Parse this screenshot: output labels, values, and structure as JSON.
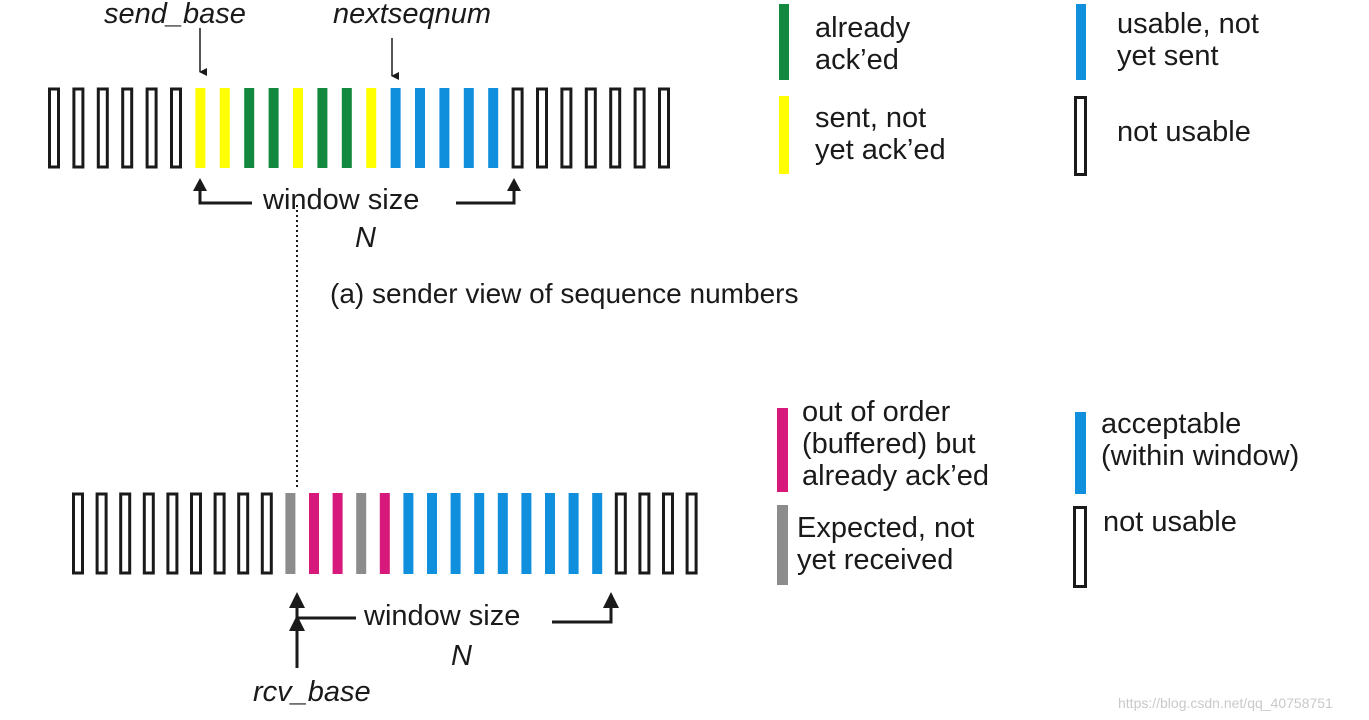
{
  "colors": {
    "acked": "#13883f",
    "sent_not_acked": "#ffff00",
    "usable": "#0f8fdc",
    "buffered": "#d6197a",
    "expected": "#8c8c8c",
    "outline": "#1a1a1a"
  },
  "sender": {
    "send_base_label": "send_base",
    "nextseqnum_label": "nextseqnum",
    "window_label": "window size",
    "n_label": "N",
    "caption": "(a) sender view of sequence numbers",
    "sequence": [
      "empty",
      "empty",
      "empty",
      "empty",
      "empty",
      "empty",
      "sent",
      "sent",
      "acked",
      "acked",
      "sent",
      "acked",
      "acked",
      "sent",
      "usable",
      "usable",
      "usable",
      "usable",
      "usable",
      "empty",
      "empty",
      "empty",
      "empty",
      "empty",
      "empty",
      "empty"
    ]
  },
  "receiver": {
    "rcv_base_label": "rcv_base",
    "window_label": "window size",
    "n_label": "N",
    "sequence": [
      "empty",
      "empty",
      "empty",
      "empty",
      "empty",
      "empty",
      "empty",
      "empty",
      "empty",
      "expected",
      "buffered",
      "buffered",
      "expected",
      "buffered",
      "acceptable",
      "acceptable",
      "acceptable",
      "acceptable",
      "acceptable",
      "acceptable",
      "acceptable",
      "acceptable",
      "acceptable",
      "empty",
      "empty",
      "empty",
      "empty"
    ]
  },
  "sender_legend": [
    {
      "color": "acked",
      "text": "already\nack’ed"
    },
    {
      "color": "usable",
      "text": "usable, not\nyet sent"
    },
    {
      "color": "sent_not_acked",
      "text": "sent, not\nyet ack’ed"
    },
    {
      "color": "outline",
      "text": "not usable"
    }
  ],
  "receiver_legend": [
    {
      "color": "buffered",
      "text": "out of order\n(buffered) but\nalready ack’ed"
    },
    {
      "color": "usable",
      "text": "acceptable\n(within window)"
    },
    {
      "color": "expected",
      "text": "Expected,  not\nyet received"
    },
    {
      "color": "outline",
      "text": "not usable"
    }
  ],
  "watermark": "https://blog.csdn.net/qq_40758751"
}
